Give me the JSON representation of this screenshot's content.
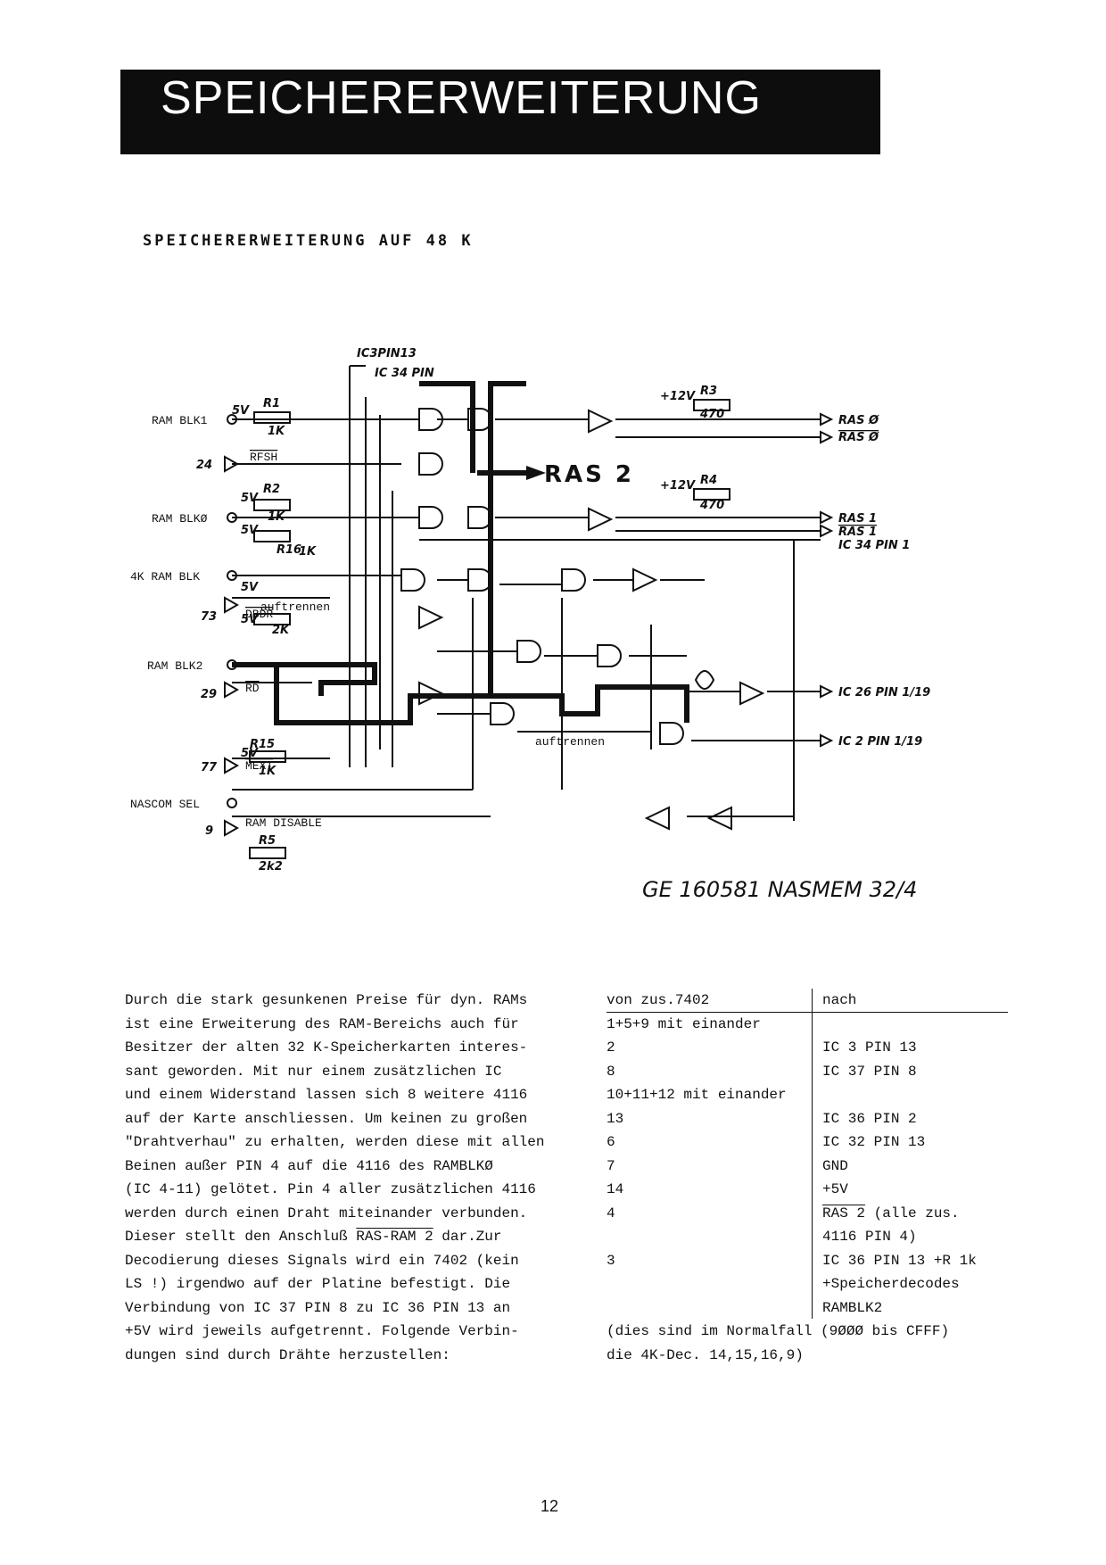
{
  "header": {
    "title": "SPEICHERERWEITERUNG"
  },
  "subtitle": "SPEICHERERWEITERUNG AUF 48 K",
  "schematic": {
    "inputs": [
      "RAM BLK1",
      "RFSH",
      "RAM BLKØ",
      "4K RAM BLK",
      "DBDR",
      "RAM BLK2",
      "RD",
      "MEXT",
      "NASCOM SEL",
      "RAM DISABLE"
    ],
    "pin_numbers": [
      "24",
      "73",
      "29",
      "77",
      "9"
    ],
    "resistors": [
      "R1",
      "1K",
      "R2",
      "1K",
      "R16",
      "1K",
      "2K",
      "R15",
      "1K",
      "R5",
      "2k2",
      "R3",
      "470",
      "R4",
      "470"
    ],
    "supply": [
      "5V",
      "5V",
      "5V",
      "5V",
      "5V",
      "5V",
      "+12V",
      "+12V"
    ],
    "annotations": [
      "auftrennen",
      "auftrennen",
      "IC3PIN13",
      "IC 34 PIN"
    ],
    "signal_big": "RAS 2",
    "outputs": [
      "RAS Ø",
      "RAS Ø",
      "RAS 1",
      "RAS 1",
      "IC 34 PIN 1",
      "IC 26 PIN 1/19",
      "IC 2 PIN 1/19"
    ],
    "footer_note": "GE 160581 NASMEM 32/4"
  },
  "paragraph": [
    "Durch die stark gesunkenen Preise für dyn. RAMs",
    "ist eine Erweiterung des RAM-Bereichs auch für",
    "Besitzer der alten 32 K-Speicherkarten interes-",
    "sant geworden. Mit nur einem zusätzlichen IC",
    "und einem Widerstand lassen sich 8 weitere 4116",
    "auf der Karte anschliessen. Um keinen zu großen",
    "\"Drahtverhau\" zu erhalten, werden diese mit allen",
    "Beinen außer PIN 4 auf die 4116 des RAMBLKØ",
    "(IC 4-11) gelötet. Pin 4 aller zusätzlichen 4116",
    "werden durch einen Draht miteinander verbunden.",
    {
      "before": "Dieser stellt den Anschluß ",
      "over": "RAS-RAM 2",
      "after": " dar.Zur"
    },
    "Decodierung dieses Signals wird ein 7402 (kein",
    "LS !) irgendwo auf der Platine befestigt. Die",
    "Verbindung von IC 37 PIN 8 zu IC 36 PIN 13 an",
    "+5V wird jeweils aufgetrennt. Folgende Verbin-",
    "dungen sind durch Drähte herzustellen:"
  ],
  "table": {
    "headers": [
      "von zus.7402",
      "nach"
    ],
    "rows": [
      [
        "1+5+9 mit einander",
        ""
      ],
      [
        "2",
        "IC 3 PIN 13"
      ],
      [
        "8",
        "IC 37 PIN 8"
      ],
      [
        "10+11+12 mit einander",
        ""
      ],
      [
        "13",
        "IC 36 PIN 2"
      ],
      [
        "6",
        "IC 32 PIN 13"
      ],
      [
        "7",
        "GND"
      ],
      [
        "14",
        "+5V"
      ],
      [
        "4",
        {
          "over": "RAS 2",
          "after": " (alle zus."
        }
      ],
      [
        "",
        "4116 PIN 4)"
      ],
      [
        "3",
        "IC 36 PIN 13 +R 1k"
      ],
      [
        "",
        "+Speicherdecodes"
      ],
      [
        "",
        "RAMBLK2"
      ]
    ],
    "note": [
      "(dies sind im Normalfall (9ØØØ bis CFFF)",
      "die 4K-Dec. 14,15,16,9)"
    ]
  },
  "page_number": "12",
  "colors": {
    "ink": "#111111",
    "banner": "#0d0d0d",
    "paper": "#ffffff"
  }
}
